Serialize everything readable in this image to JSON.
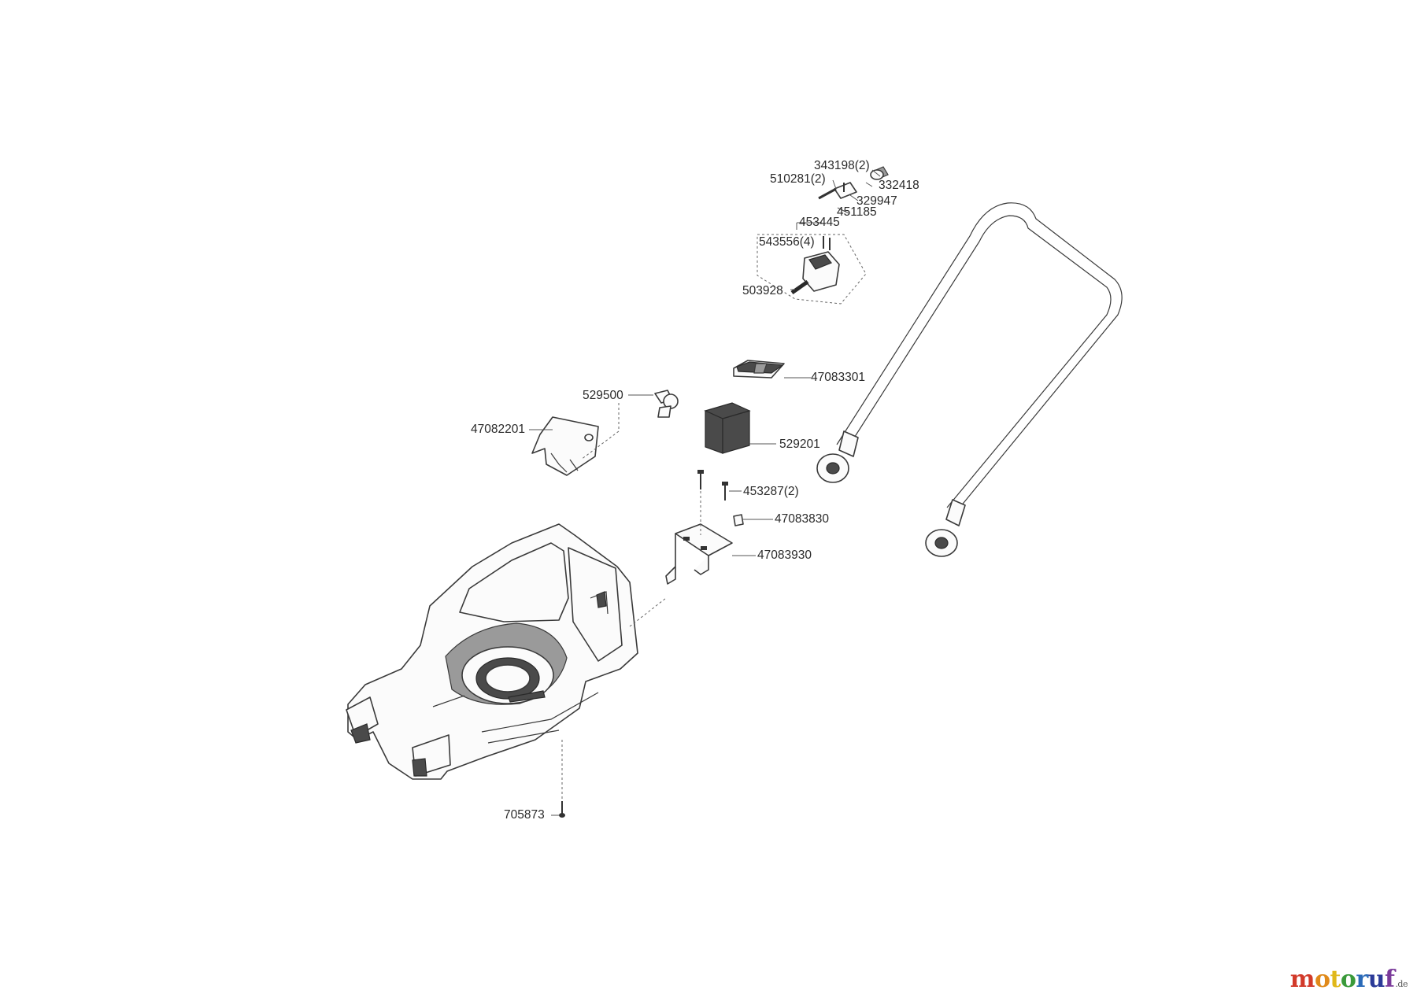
{
  "diagram": {
    "labels": [
      {
        "id": "l343198",
        "text": "343198(2)"
      },
      {
        "id": "l510281",
        "text": "510281(2)"
      },
      {
        "id": "l332418",
        "text": "332418"
      },
      {
        "id": "l329947",
        "text": "329947"
      },
      {
        "id": "l451185",
        "text": "451185"
      },
      {
        "id": "l453445",
        "text": "453445"
      },
      {
        "id": "l543556",
        "text": "543556(4)"
      },
      {
        "id": "l503928",
        "text": "503928"
      },
      {
        "id": "l47083301",
        "text": "47083301"
      },
      {
        "id": "l529500",
        "text": "529500"
      },
      {
        "id": "l47082201",
        "text": "47082201"
      },
      {
        "id": "l529201",
        "text": "529201"
      },
      {
        "id": "l453287",
        "text": "453287(2)"
      },
      {
        "id": "l47083830",
        "text": "47083830"
      },
      {
        "id": "l47083930",
        "text": "47083930"
      },
      {
        "id": "l705873",
        "text": "705873"
      }
    ]
  },
  "watermark": {
    "letters": [
      {
        "ch": "m",
        "color": "#d23a2a"
      },
      {
        "ch": "o",
        "color": "#e08a1a"
      },
      {
        "ch": "t",
        "color": "#e0b81a"
      },
      {
        "ch": "o",
        "color": "#3a9a3a"
      },
      {
        "ch": "r",
        "color": "#2a6ab8"
      },
      {
        "ch": "u",
        "color": "#2a3a98"
      },
      {
        "ch": "f",
        "color": "#7a3a9a"
      }
    ],
    "tld": ".de"
  }
}
